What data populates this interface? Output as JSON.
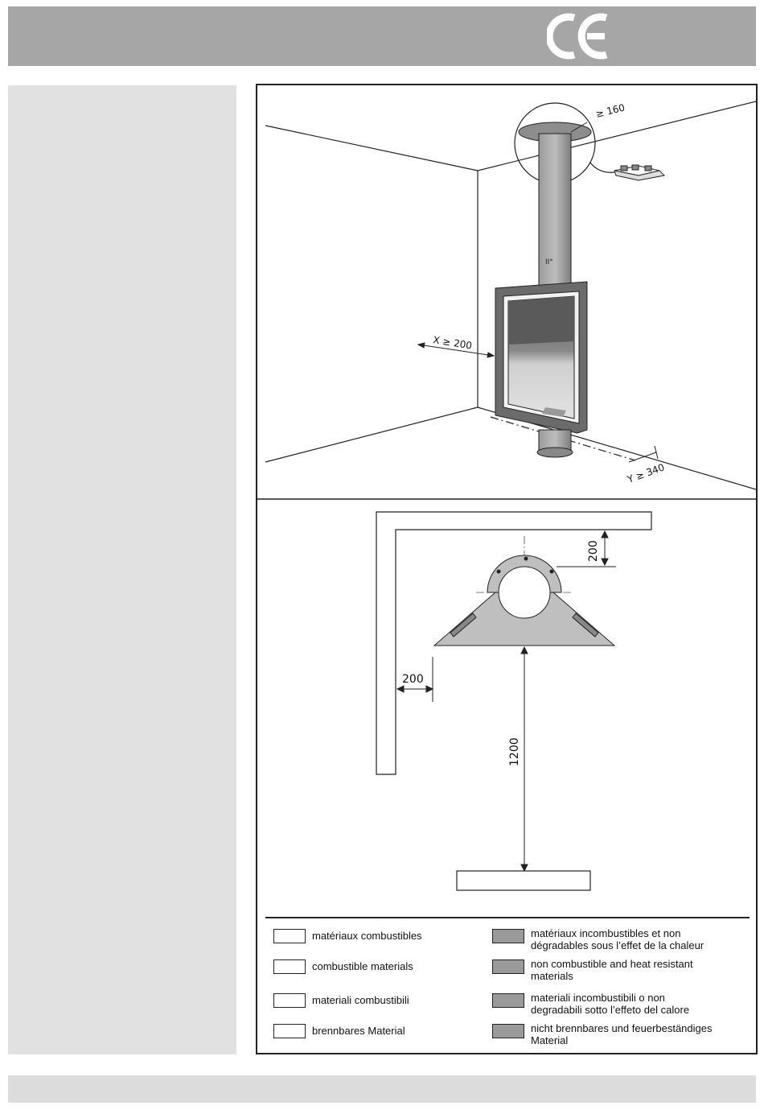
{
  "header": {
    "mark": "CE"
  },
  "upper_figure": {
    "dim_ceiling": "≥ 160",
    "dim_side": "X ≥ 200",
    "dim_floor": "Y ≥ 340",
    "pipe_mark": "II°"
  },
  "lower_figure": {
    "dim_back": "200",
    "dim_side": "200",
    "dim_front": "1200"
  },
  "legend": {
    "left": [
      {
        "label": "matériaux combustibles"
      },
      {
        "label": "combustible materials"
      },
      {
        "label": "materiali combustibili"
      },
      {
        "label": "brennbares Material"
      }
    ],
    "right": [
      {
        "line1": "matériaux incombustibles et non",
        "line2": "dégradables sous l’effet de la chaleur"
      },
      {
        "line1": "non combustible and heat resistant",
        "line2": "materials"
      },
      {
        "line1": "materiali incombustibili o non",
        "line2": "degradabili sotto l’effeto del calore"
      },
      {
        "line1": "nicht brennbares und feuerbeständiges",
        "line2": "Material"
      }
    ]
  },
  "colors": {
    "banner": "#a6a6a6",
    "side_panel": "#e1e1e1",
    "non_combustible": "#9a9a9a"
  }
}
